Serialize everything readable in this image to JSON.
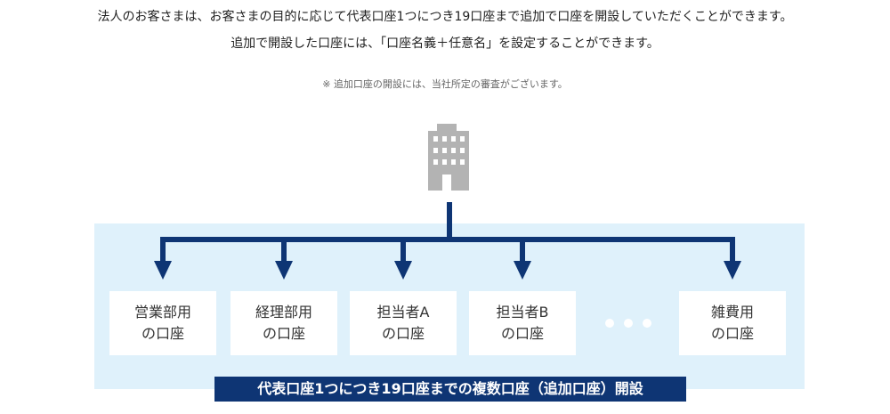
{
  "intro": {
    "line1": "法人のお客さまは、お客さまの目的に応じて代表口座1つにつき19口座まで追加で口座を開設していただくことができます。",
    "line2": "追加で開設した口座には、「口座名義＋任意名」を設定することができます。",
    "note": "※ 追加口座の開設には、当社所定の審査がございます。"
  },
  "diagram": {
    "building_icon": "office-building-icon",
    "accounts": [
      {
        "line1": "営業部用",
        "line2": "の口座"
      },
      {
        "line1": "経理部用",
        "line2": "の口座"
      },
      {
        "line1": "担当者A",
        "line2": "の口座"
      },
      {
        "line1": "担当者B",
        "line2": "の口座"
      },
      {
        "line1": "雑費用",
        "line2": "の口座"
      }
    ],
    "banner": "代表口座1つにつき19口座までの複数口座（追加口座）開設",
    "colors": {
      "navy": "#0e3574",
      "panel": "#dff1fb",
      "building": "#b3b3b3"
    }
  }
}
